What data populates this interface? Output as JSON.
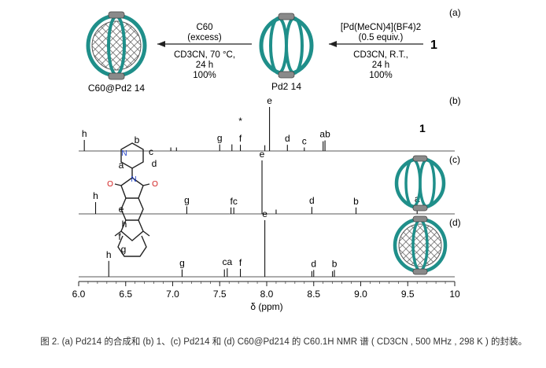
{
  "panel_labels": {
    "a": "(a)",
    "b": "(b)",
    "c": "(c)",
    "d": "(d)"
  },
  "scheme": {
    "ligand": "1",
    "arrow1": {
      "reagent": "[Pd(MeCN)4](BF4)2",
      "equiv": "(0.5 equiv.)",
      "solvent": "CD3CN, R.T.,",
      "time": "24 h",
      "yield": "100%"
    },
    "product1": "Pd2 14",
    "arrow2": {
      "reagent": "C60",
      "equiv": "(excess)",
      "solvent": "CD3CN, 70 °C,",
      "time": "24 h",
      "yield": "100%"
    },
    "product2": "C60@Pd2 14"
  },
  "chart_data": {
    "type": "nmr-spectra",
    "xlabel": "δ (ppm)",
    "xlim": [
      10.0,
      6.0
    ],
    "x_ticks": [
      10.0,
      9.5,
      9.0,
      8.5,
      8.0,
      7.5,
      7.0,
      6.5,
      6.0
    ],
    "x_tick_labels": [
      "10",
      "9.5",
      "9.0",
      "8.5",
      "8.0",
      "7.5",
      "7.0",
      "6.5",
      "6.0"
    ],
    "series": [
      {
        "panel": "b",
        "peaks": [
          {
            "ppm": 8.03,
            "h": 1.0,
            "label": "e"
          },
          {
            "ppm": 8.62,
            "h": 0.24,
            "label": "ab"
          },
          {
            "ppm": 8.6,
            "h": 0.22,
            "label": ""
          },
          {
            "ppm": 8.22,
            "h": 0.14,
            "label": "d"
          },
          {
            "ppm": 8.4,
            "h": 0.08,
            "label": "c"
          },
          {
            "ppm": 7.98,
            "h": 0.13,
            "label": ""
          },
          {
            "ppm": 7.72,
            "h": 0.14,
            "label": "f"
          },
          {
            "ppm": 7.63,
            "h": 0.15,
            "label": ""
          },
          {
            "ppm": 7.5,
            "h": 0.15,
            "label": "g"
          },
          {
            "ppm": 7.04,
            "h": 0.08,
            "label": ""
          },
          {
            "ppm": 6.98,
            "h": 0.08,
            "label": ""
          },
          {
            "ppm": 6.06,
            "h": 0.25,
            "label": "h"
          }
        ],
        "annotations": [
          "*"
        ]
      },
      {
        "panel": "c",
        "peaks": [
          {
            "ppm": 7.95,
            "h": 1.0,
            "label": "e"
          },
          {
            "ppm": 9.6,
            "h": 0.16,
            "label": "a"
          },
          {
            "ppm": 8.95,
            "h": 0.12,
            "label": "b"
          },
          {
            "ppm": 8.48,
            "h": 0.13,
            "label": "d"
          },
          {
            "ppm": 8.1,
            "h": 0.08,
            "label": ""
          },
          {
            "ppm": 7.65,
            "h": 0.12,
            "label": "fc"
          },
          {
            "ppm": 7.62,
            "h": 0.12,
            "label": ""
          },
          {
            "ppm": 7.15,
            "h": 0.14,
            "label": "g"
          },
          {
            "ppm": 6.18,
            "h": 0.22,
            "label": "h"
          }
        ]
      },
      {
        "panel": "d",
        "peaks": [
          {
            "ppm": 7.98,
            "h": 1.0,
            "label": "e"
          },
          {
            "ppm": 8.5,
            "h": 0.12,
            "label": "d"
          },
          {
            "ppm": 8.48,
            "h": 0.1,
            "label": ""
          },
          {
            "ppm": 8.72,
            "h": 0.12,
            "label": "b"
          },
          {
            "ppm": 8.7,
            "h": 0.1,
            "label": ""
          },
          {
            "ppm": 7.72,
            "h": 0.14,
            "label": "f"
          },
          {
            "ppm": 7.58,
            "h": 0.15,
            "label": "ca"
          },
          {
            "ppm": 7.55,
            "h": 0.13,
            "label": ""
          },
          {
            "ppm": 7.1,
            "h": 0.13,
            "label": "g"
          },
          {
            "ppm": 6.32,
            "h": 0.28,
            "label": "h"
          }
        ]
      }
    ]
  },
  "structure_labels": {
    "a": "a",
    "b": "b",
    "c": "c",
    "d": "d",
    "e": "e",
    "f": "f",
    "g": "g",
    "h": "h",
    "N1": "N",
    "N2": "N"
  },
  "colors": {
    "cage": "#1f8f8a",
    "pd": "#8a8a8a",
    "line": "#222222",
    "o_atom": "#d12020",
    "n_atom": "#2040c8"
  },
  "caption": "图 2. (a) Pd214 的合成和 (b) 1、(c) Pd214 和 (d) C60@Pd214 的 C60.1H NMR 谱 ( CD3CN , 500 MHz , 298 K ) 的封装。"
}
